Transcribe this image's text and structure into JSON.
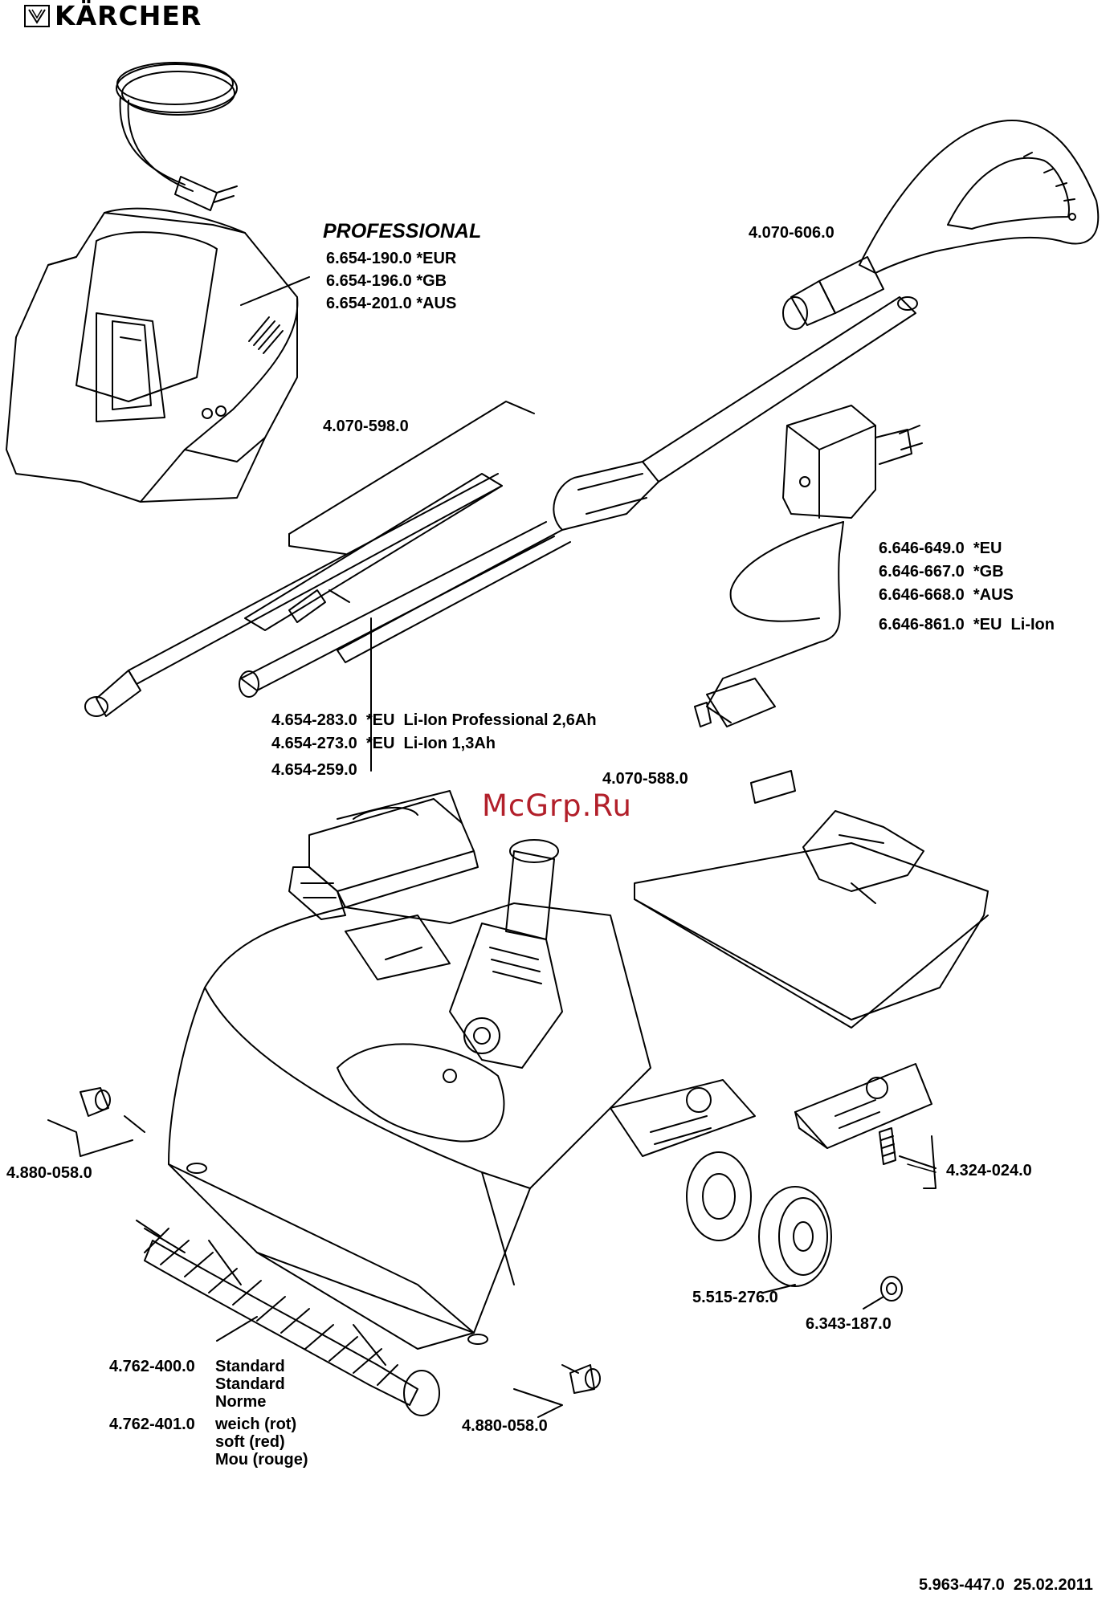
{
  "brand": {
    "logo_text": "KÄRCHER"
  },
  "watermark": "McGrp.Ru",
  "charger_station": {
    "header": "PROFESSIONAL",
    "parts": [
      "6.654-190.0 *EUR",
      "6.654-196.0 *GB",
      "6.654-201.0 *AUS"
    ]
  },
  "handle_part": "4.070-606.0",
  "middle_tube_part": "4.070-598.0",
  "adapter": {
    "parts": [
      "6.646-649.0  *EU",
      "6.646-667.0  *GB",
      "6.646-668.0  *AUS",
      "6.646-861.0  *EU  Li-Ion"
    ]
  },
  "battery": {
    "parts": [
      "4.654-283.0  *EU  Li-Ion Professional 2,6Ah",
      "4.654-273.0  *EU  Li-Ion 1,3Ah",
      "4.654-259.0"
    ]
  },
  "dirt_container_part": "4.070-588.0",
  "wheel_left_part": "4.880-058.0",
  "wheel_right_part": "4.880-058.0",
  "cover_part": "4.324-024.0",
  "wheel_part": "5.515-276.0",
  "cap_part": "6.343-187.0",
  "brush": {
    "standard_part": "4.762-400.0",
    "standard_desc": [
      "Standard",
      "Standard",
      "Norme"
    ],
    "soft_part": "4.762-401.0",
    "soft_desc": [
      "weich (rot)",
      "soft (red)",
      "Mou (rouge)"
    ]
  },
  "footer": "5.963-447.0  25.02.2011"
}
